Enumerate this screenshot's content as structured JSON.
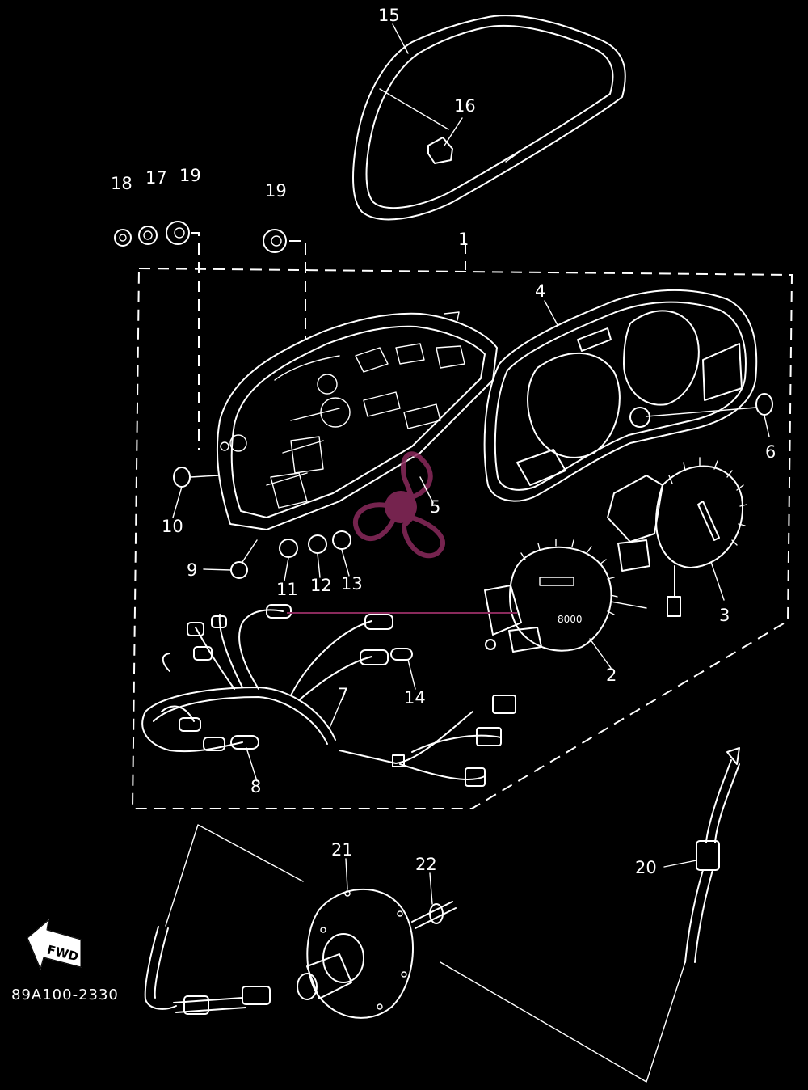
{
  "diagram": {
    "drawing_code": "89A100-2330",
    "forward_arrow_label": "FWD",
    "group_marker": "1",
    "dial_readout": "8000",
    "background_color": "#000000",
    "line_color": "#ffffff",
    "watermark_color": "#8a2a5c",
    "callouts": [
      "15",
      "16",
      "18",
      "17",
      "19",
      "19",
      "4",
      "6",
      "3",
      "5",
      "10",
      "9",
      "11",
      "12",
      "13",
      "2",
      "7",
      "14",
      "8",
      "21",
      "22",
      "20"
    ]
  }
}
